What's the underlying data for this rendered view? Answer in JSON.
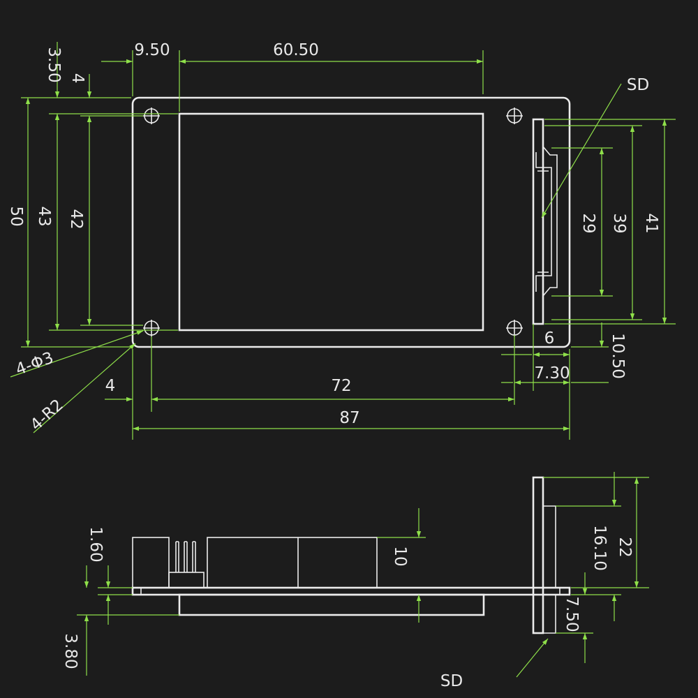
{
  "top_view": {
    "dims": {
      "d_9_50": "9.50",
      "d_60_50": "60.50",
      "d_3_50": "3.50",
      "d_4_top": "4",
      "d_50": "50",
      "d_43": "43",
      "d_42": "42",
      "d_29": "29",
      "d_39": "39",
      "d_41": "41",
      "d_6": "6",
      "d_10_50": "10.50",
      "d_7_30": "7.30",
      "d_4_bottom": "4",
      "d_72": "72",
      "d_87": "87"
    },
    "callouts": {
      "sd": "SD",
      "holes": "4-Φ3",
      "radius": "4-R2"
    }
  },
  "side_view": {
    "dims": {
      "d_1_60": "1.60",
      "d_10": "10",
      "d_3_80": "3.80",
      "d_22": "22",
      "d_16_10": "16.10",
      "d_7_50": "7.50"
    },
    "callouts": {
      "sd": "SD"
    }
  }
}
